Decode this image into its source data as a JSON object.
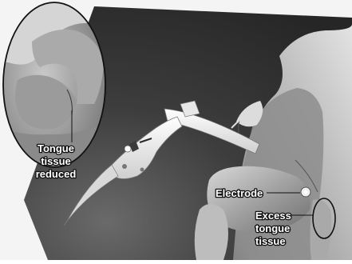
{
  "labels": {
    "inset_line1": "Tongue",
    "inset_line2": "tissue",
    "inset_line3": "reduced",
    "electrode": "Electrode",
    "excess_line1": "Excess",
    "excess_line2": "tongue",
    "excess_line3": "tissue"
  },
  "colors": {
    "background_light": "#f4f4f4",
    "background_dark": "#3a3a3a",
    "tissue": "#9a9a9a",
    "label_text": "#ffffff",
    "label_outline": "#111111"
  },
  "icons": {
    "device": "radiofrequency-probe",
    "inset": "magnified-tongue-inset",
    "highlight": "tissue-ellipse-marker"
  }
}
